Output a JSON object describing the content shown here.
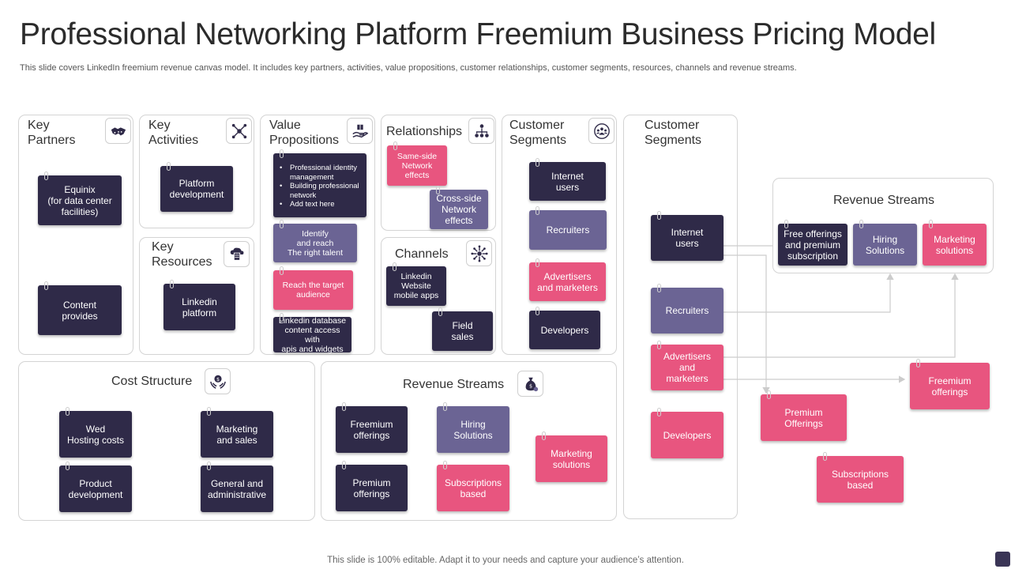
{
  "header": {
    "title": "Professional Networking Platform Freemium Business Pricing Model",
    "subtitle": "This slide covers LinkedIn freemium revenue canvas model. It includes key partners, activities, value propositions, customer relationships, customer segments, resources, channels and revenue streams."
  },
  "colors": {
    "dark": "#2f2a48",
    "purple": "#6b6494",
    "pink": "#e8557f"
  },
  "key_partners": {
    "title": "Key\nPartners",
    "icon": "handshake-icon",
    "notes": [
      "Equinix\n(for data center\nfacilities)",
      "Content\nprovides"
    ]
  },
  "key_activities": {
    "title": "Key\nActivities",
    "icon": "network-nodes-icon",
    "notes": [
      "Platform\ndevelopment"
    ]
  },
  "key_resources": {
    "title": "Key\nResources",
    "icon": "cloud-server-icon",
    "notes": [
      "Linkedin\nplatform"
    ]
  },
  "value_propositions": {
    "title": "Value\nPropositions",
    "icon": "hand-gift-icon",
    "bullets": [
      "Professional identity management",
      "Building professional network",
      "Add text here"
    ],
    "notes": [
      "Identify\nand reach\nThe right talent",
      "Reach the target\naudience",
      "Linkedin database\ncontent access with\napis and widgets"
    ]
  },
  "relationships": {
    "title": "Relationships",
    "icon": "org-chart-icon",
    "notes": [
      "Same-side\nNetwork\neffects",
      "Cross-side\nNetwork\neffects"
    ]
  },
  "channels": {
    "title": "Channels",
    "icon": "hub-icon",
    "notes": [
      "Linkedin\nWebsite\nmobile apps",
      "Field\nsales"
    ]
  },
  "customer_segments": {
    "title": "Customer\nSegments",
    "icon": "people-group-icon",
    "notes": [
      "Internet\nusers",
      "Recruiters",
      "Advertisers\nand marketers",
      "Developers"
    ]
  },
  "cost_structure": {
    "title": "Cost Structure",
    "icon": "money-hands-icon",
    "notes": [
      "Wed\nHosting costs",
      "Marketing\nand sales",
      "Product\ndevelopment",
      "General and\nadministrative"
    ]
  },
  "revenue_streams": {
    "title": "Revenue Streams",
    "icon": "money-bag-icon",
    "notes": [
      "Freemium\nofferings",
      "Hiring\nSolutions",
      "Marketing\nsolutions",
      "Premium\nofferings",
      "Subscriptions\nbased"
    ]
  },
  "segments_flow": {
    "segments_title": "Customer\nSegments",
    "segments": [
      "Internet\nusers",
      "Recruiters",
      "Advertisers\nand\nmarketers",
      "Developers"
    ],
    "revenue_title": "Revenue Streams",
    "revenue": [
      "Free offerings\nand premium\nsubscription",
      "Hiring\nSolutions",
      "Marketing\nsolutions"
    ],
    "outputs": [
      "Premium\nOfferings",
      "Freemium\nofferings",
      "Subscriptions\nbased"
    ]
  },
  "footer": {
    "text": "This slide is 100% editable. Adapt it to your needs and capture your audience’s attention."
  }
}
